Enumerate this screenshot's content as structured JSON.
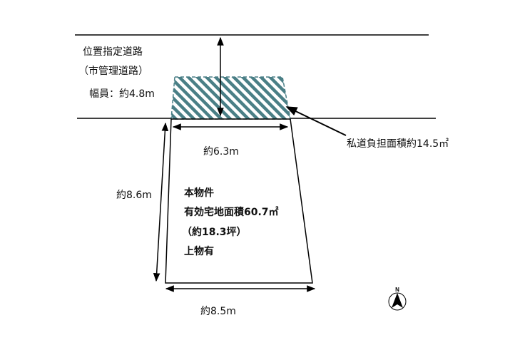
{
  "road": {
    "type_label": "位置指定道路",
    "managed_by": "（市管理道路）",
    "width_label": "幅員：約4.8m"
  },
  "private_road": {
    "area_label": "私道負担面積約14.5㎡"
  },
  "dimensions": {
    "top_width": "約6.3m",
    "depth": "約8.6m",
    "bottom_width": "約8.5m"
  },
  "property": {
    "title": "本物件",
    "area": "有効宅地面積60.7㎡",
    "tsubo": "（約18.3坪）",
    "building": "上物有"
  },
  "compass": {
    "letter": "N"
  },
  "colors": {
    "hatch_fill": "#4a7f86",
    "line": "#000000"
  }
}
